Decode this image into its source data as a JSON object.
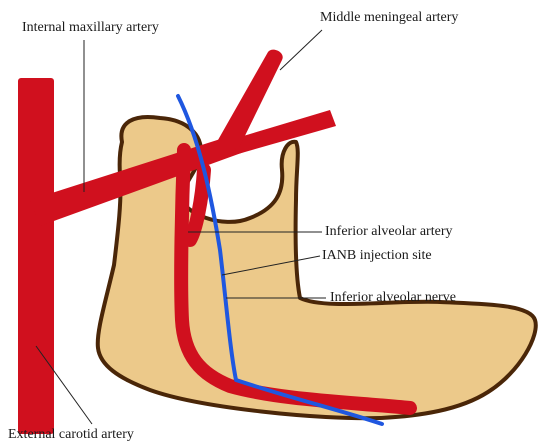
{
  "labels": {
    "internal_maxillary_artery": "Internal maxillary artery",
    "middle_meningeal_artery": "Middle meningeal artery",
    "inferior_alveolar_artery": "Inferior alveolar artery",
    "ianb_injection_site": "IANB injection site",
    "inferior_alveolar_nerve": "Inferior alveolar nerve",
    "external_carotid_artery": "External carotid artery"
  },
  "colors": {
    "bone_fill": "#ecc98a",
    "bone_outline": "#4a2608",
    "artery": "#d0101e",
    "nerve": "#1f57e0",
    "leader_line": "#222222"
  }
}
